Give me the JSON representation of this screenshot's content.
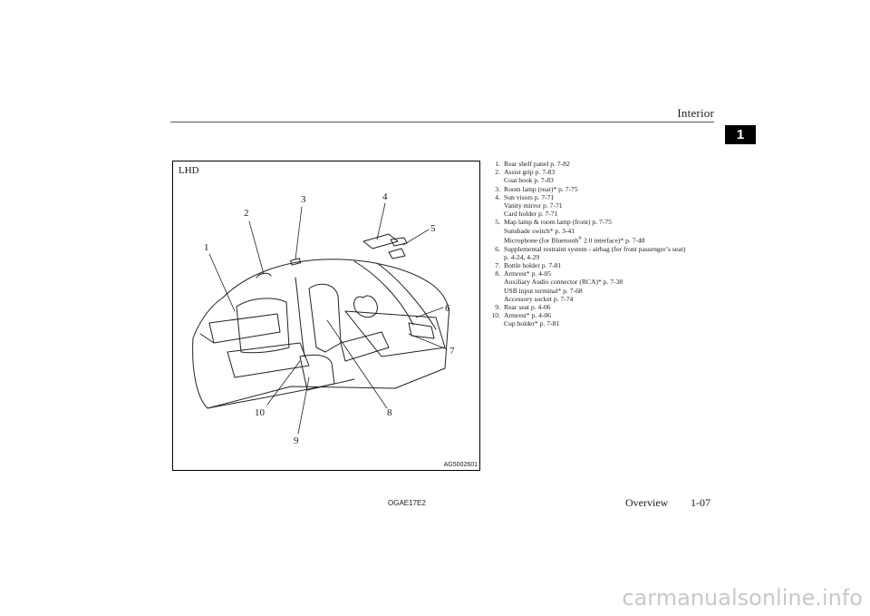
{
  "header": {
    "section_title": "Interior",
    "chapter_tab": "1"
  },
  "figure": {
    "label": "LHD",
    "code": "AG5002601",
    "callouts": [
      "1",
      "2",
      "3",
      "4",
      "5",
      "6",
      "7",
      "8",
      "9",
      "10"
    ]
  },
  "legend": [
    {
      "num": "1.",
      "lines": [
        "Rear shelf panel p. 7-82"
      ]
    },
    {
      "num": "2.",
      "lines": [
        "Assist grip p. 7-83",
        "Coat hook p. 7-83"
      ]
    },
    {
      "num": "3.",
      "lines": [
        "Room lamp (rear)* p. 7-75"
      ]
    },
    {
      "num": "4.",
      "lines": [
        "Sun visors p. 7-71",
        "Vanity mirror p. 7-71",
        "Card holder p. 7-71"
      ]
    },
    {
      "num": "5.",
      "lines": [
        "Map lamp & room lamp (front) p. 7-75",
        "Sunshade switch* p. 3-41"
      ],
      "extra": {
        "pre": "Microphone (for Bluetooth",
        "sup": "®",
        "post": " 2.0 interface)* p. 7-48"
      }
    },
    {
      "num": "6.",
      "lines": [
        "Supplemental restraint system - airbag (for front passenger’s seat)",
        "p. 4-24, 4-29"
      ]
    },
    {
      "num": "7.",
      "lines": [
        "Bottle holder p. 7-81"
      ]
    },
    {
      "num": "8.",
      "lines": [
        "Armrest* p. 4-05",
        "Auxiliary Audio connector (RCA)* p. 7-38",
        "USB input terminal* p. 7-68",
        "Accessory socket p. 7-74"
      ]
    },
    {
      "num": "9.",
      "lines": [
        "Rear seat p. 4-06"
      ]
    },
    {
      "num": "10.",
      "lines": [
        "Armrest* p. 4-06",
        "Cup holder* p. 7-81"
      ]
    }
  ],
  "footer": {
    "doc_code": "OGAE17E2",
    "section": "Overview",
    "page": "1-07"
  },
  "watermark": "carmanualsonline.info"
}
